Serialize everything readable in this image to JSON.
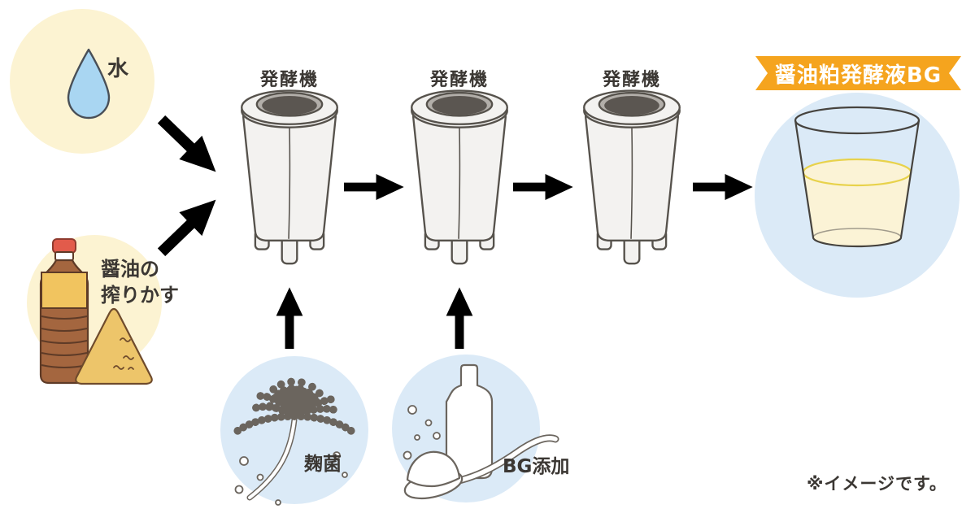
{
  "palette": {
    "input_circle_yellow": "#FCF3D2",
    "additive_circle_blue": "#DBEAF7",
    "arrow_taupe": "#C9BCAF",
    "ribbon_orange": "#F5A41E",
    "water_blue": "#A9D6F2",
    "bottle_brown": "#A4663F",
    "bottle_label_yellow": "#F1C45F",
    "bottle_cap_red": "#E25B4B",
    "lees_tan": "#EDC56A",
    "liquid_pale_yellow": "#FBF3D6",
    "liquid_surface_yellow": "#E8D24B",
    "tank_body": "#F3F2F0",
    "tank_opening_dark": "#5B5651",
    "text_dark": "#3B3733"
  },
  "inputs": {
    "water": {
      "label": "水"
    },
    "lees": {
      "label_line1": "醤油の",
      "label_line2": "搾りかす"
    }
  },
  "fermenters": [
    {
      "label": "発酵機"
    },
    {
      "label": "発酵機"
    },
    {
      "label": "発酵機"
    }
  ],
  "additives": {
    "koji": {
      "label": "麹菌"
    },
    "bg": {
      "label": "BG添加"
    }
  },
  "product": {
    "ribbon_label": "醤油粕発酵液BG"
  },
  "note": {
    "text": "※イメージです。"
  },
  "icon_names": [
    "water-drop-icon",
    "soy-sauce-bottle-icon",
    "lees-pile-icon",
    "fermenter-tank-icon",
    "koji-mold-icon",
    "bg-bottle-spoon-icon",
    "product-glass-icon",
    "flow-arrow-icon"
  ]
}
